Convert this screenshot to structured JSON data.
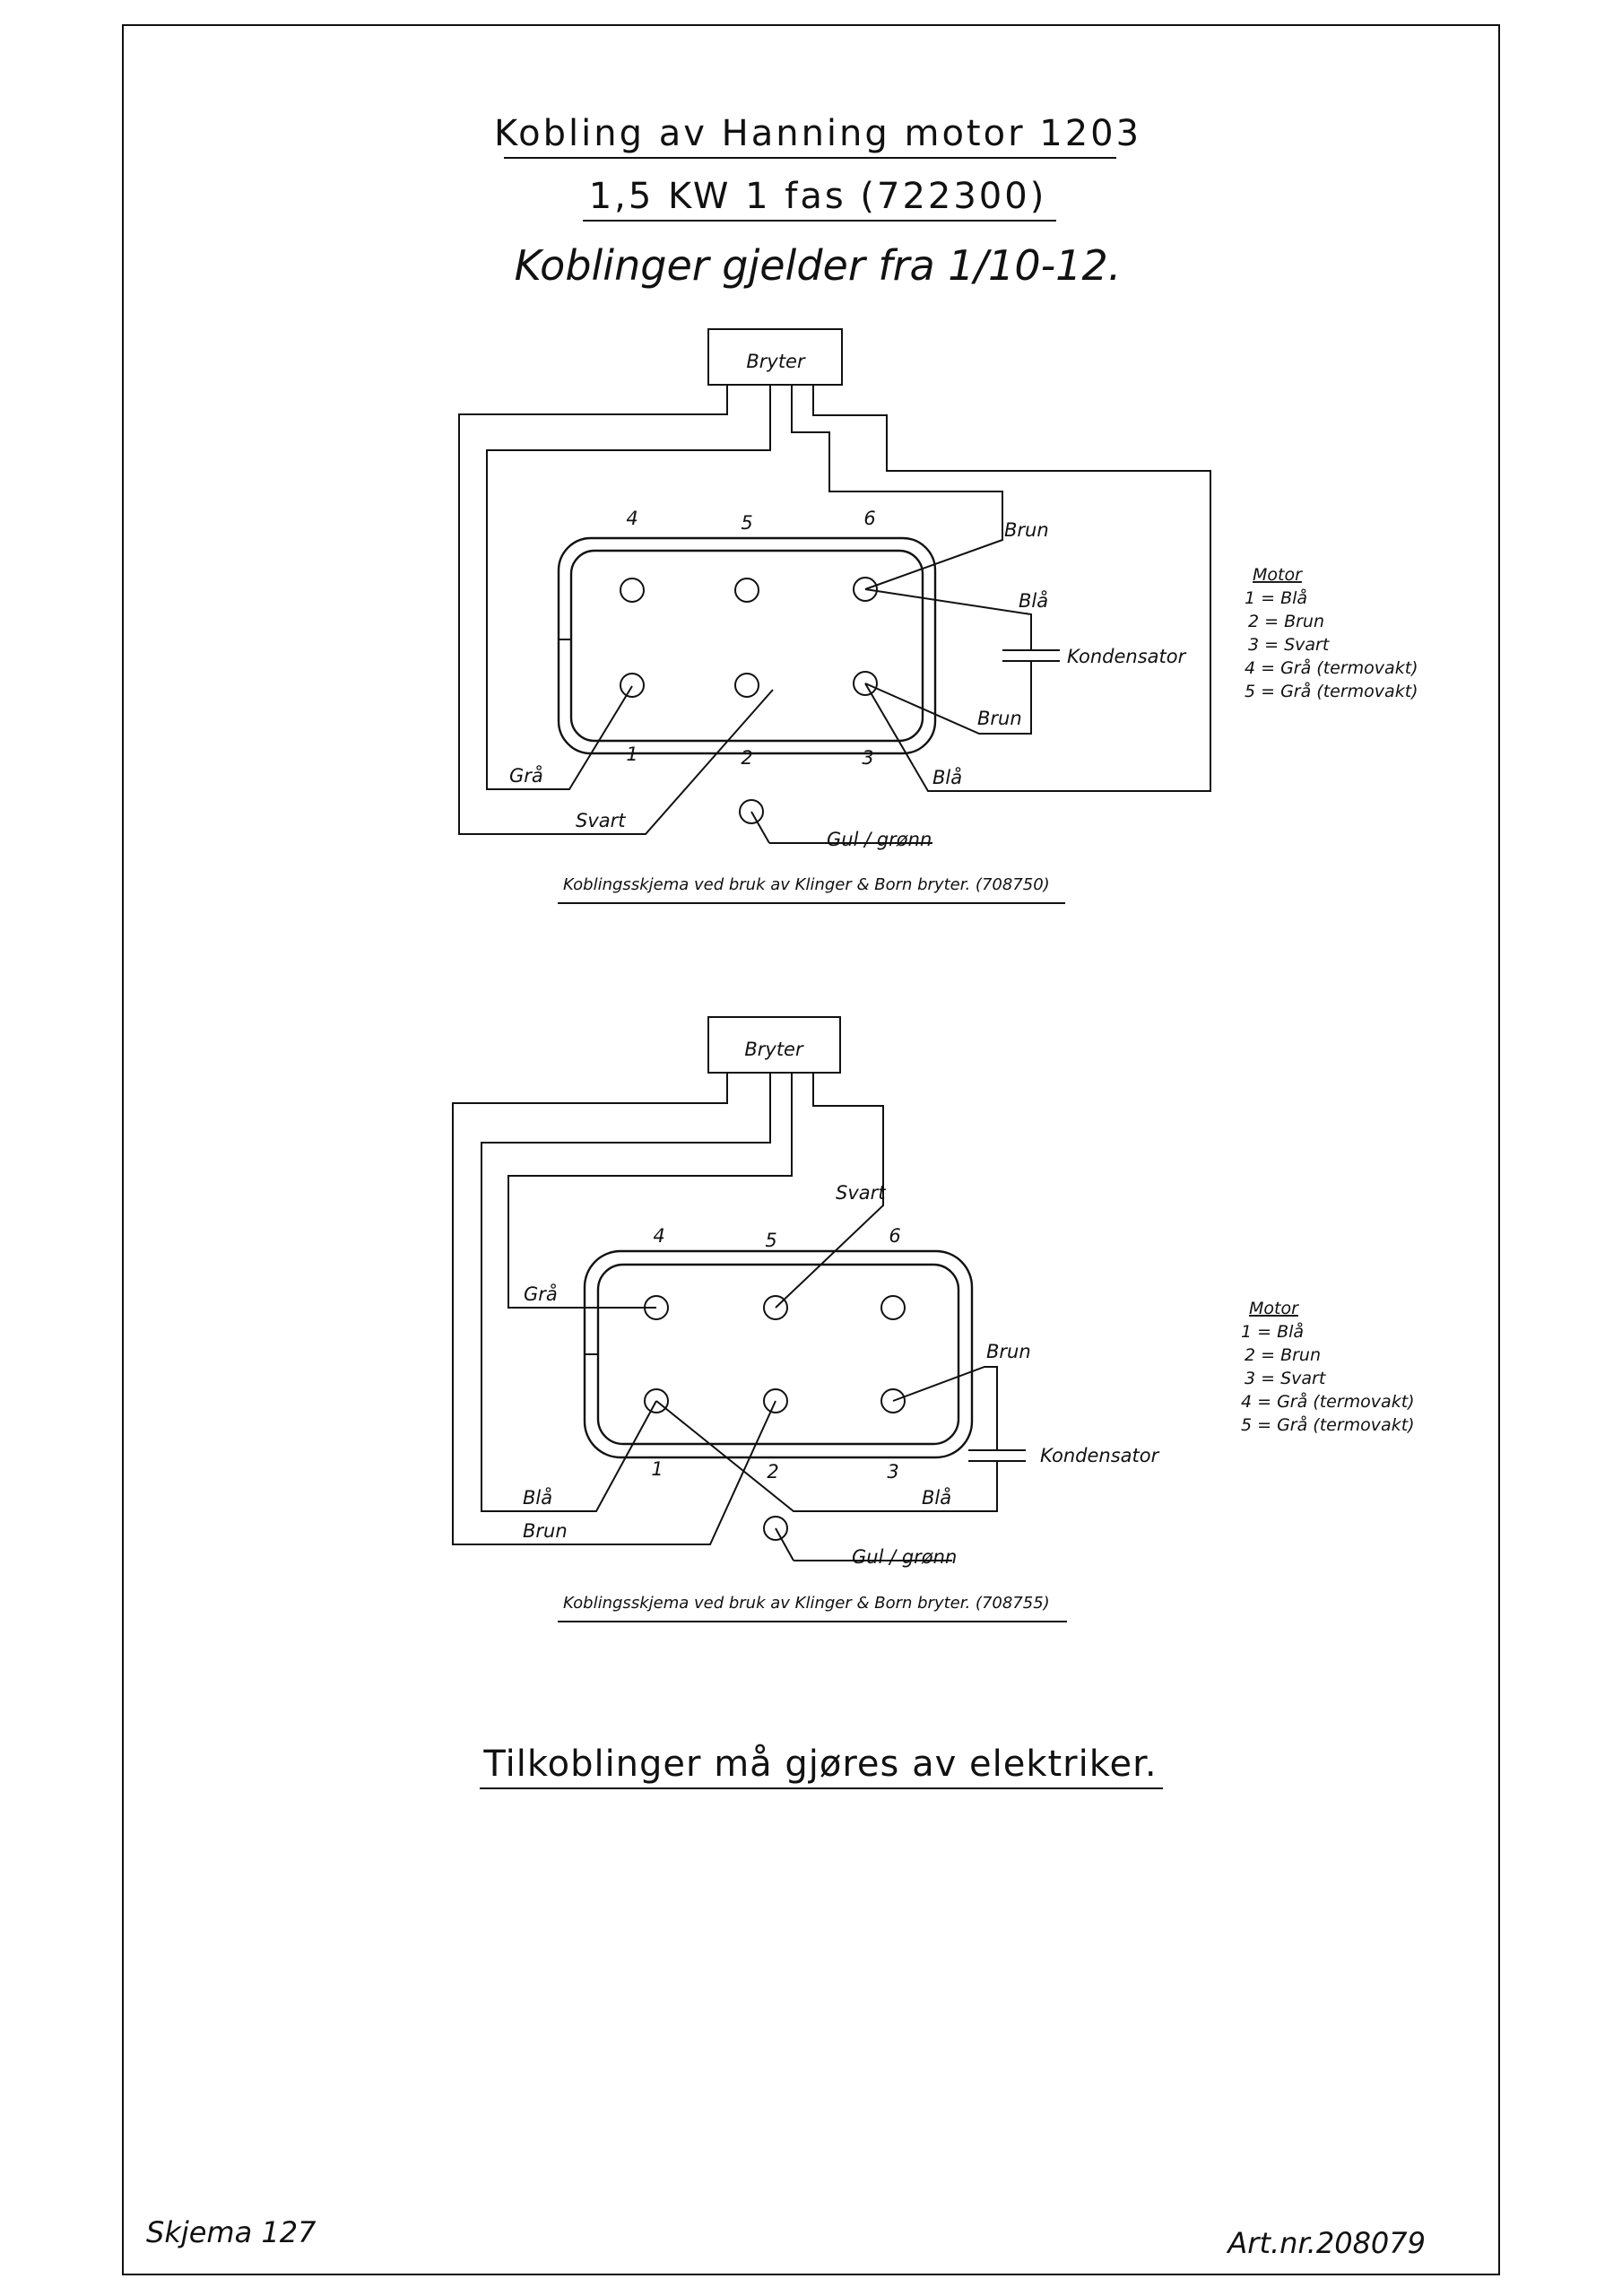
{
  "header": {
    "title": "Kobling av Hanning motor 1203",
    "subtitle": "1,5 KW 1 fas (722300)",
    "validity": "Koblinger gjelder fra 1/10-12."
  },
  "diagram1": {
    "switch_label": "Bryter",
    "terminals": [
      "4",
      "5",
      "6",
      "1",
      "2",
      "3"
    ],
    "wires": {
      "brun_top": "Brun",
      "bla_top": "Blå",
      "kondensator": "Kondensator",
      "brun_bottom": "Brun",
      "bla_bottom": "Blå",
      "gra": "Grå",
      "svart": "Svart",
      "earth": "Gul / grønn"
    },
    "caption": "Koblingsskjema ved bruk av Klinger & Born bryter. (708750)"
  },
  "diagram2": {
    "switch_label": "Bryter",
    "terminals": [
      "4",
      "5",
      "6",
      "1",
      "2",
      "3"
    ],
    "wires": {
      "svart": "Svart",
      "gra": "Grå",
      "brun_right": "Brun",
      "kondensator": "Kondensator",
      "bla_left": "Blå",
      "brun_left": "Brun",
      "bla_right": "Blå",
      "earth": "Gul / grønn"
    },
    "caption": "Koblingsskjema ved bruk av Klinger & Born bryter. (708755)"
  },
  "motor_legend": {
    "heading": "Motor",
    "items": [
      "1 = Blå",
      "2 = Brun",
      "3 = Svart",
      "4 = Grå (termovakt)",
      "5 = Grå (termovakt)"
    ]
  },
  "warning": "Tilkoblinger må gjøres av elektriker.",
  "footer": {
    "schema": "Skjema 127",
    "article": "Art.nr.208079"
  }
}
